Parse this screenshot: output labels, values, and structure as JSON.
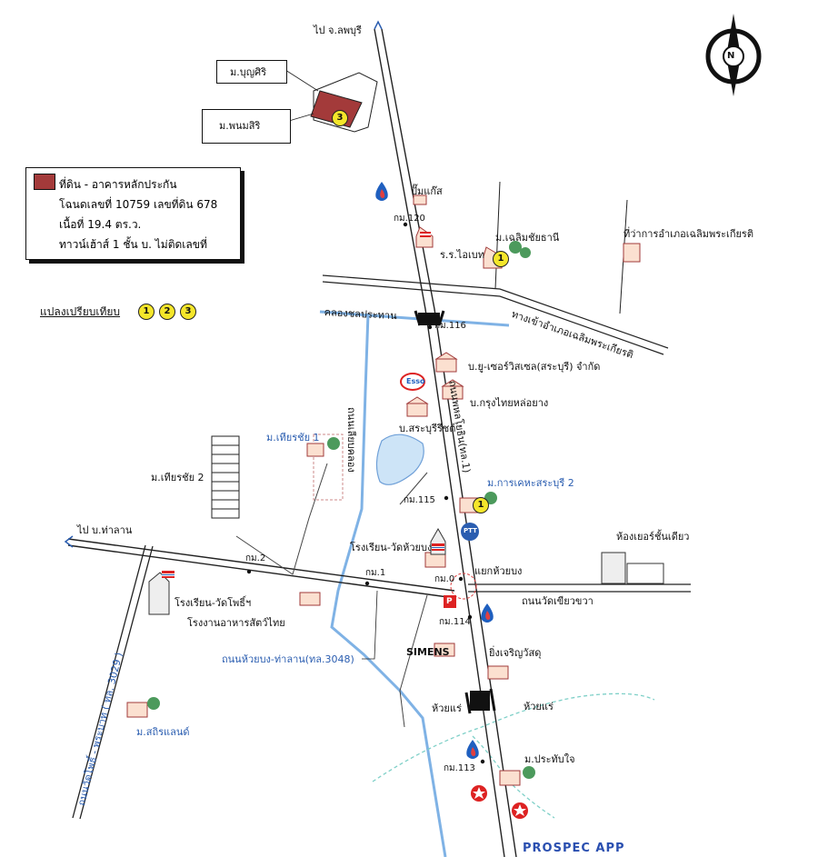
{
  "labels": {
    "to_lopburi": "ไป จ.ลพบุรี",
    "mu_boonsiri": "ม.บุญศิริ",
    "mu_phanomsiri": "ม.พนมสิริ",
    "gas_station": "ปั๊มแก๊ส",
    "km120": "กม.120",
    "school_ibeth": "ร.ร.ไอเบท",
    "mu_chalermchai": "ม.เฉลิมชัยธานี",
    "district_office": "ที่ว่าการอำเภอเฉลิมพระเกียรติ",
    "road_chalerm": "ทางเข้าอำเภอเฉลิมพระเกียรติ",
    "canal": "คลองชลประทาน",
    "km116": "กม.116",
    "company_yu": "บ.ยู-เซอร์วิสเซล(สระบุรี) จำกัด",
    "company_krungthai": "บ.กรุงไทยหล่อยาง",
    "company_saraburi": "บ.สระบุรีรีชต์",
    "mu_tianchai1": "ม.เทียรชัย 1",
    "mu_tianchai2": "ม.เทียรชัย 2",
    "canal_road": "ถนนเลียบคลอง",
    "hwy1": "ถนนพหลโยธิน(ทล.1)",
    "mu_karnkeha": "ม.การเคหะสระบุรี 2",
    "km115": "กม.115",
    "to_tharan": "ไป บ.ท่าลาน",
    "school_wat_huaybong": "โรงเรียน-วัดห้วยบง",
    "km2": "กม.2",
    "km1": "กม.1",
    "km0": "กม.0",
    "junction": "แยกห้วยบง",
    "cement_silo": "ห้องเยอร์ชั้นเดียว",
    "road_wat_khiaokhwa": "ถนนวัดเขียวขวา",
    "school_wat_phochai": "โรงเรียน-วัดโพธิ์ฯ",
    "feed_factory": "โรงงานอาหารสัตว์ไทย",
    "km114": "กม.114",
    "road_3048": "ถนนห้วยบง-ท่าลาน(ทล.3048)",
    "siemens": "SIMENS",
    "ying_charoen": "ยิ่งเจริญวัสดุ",
    "huay_nae_left": "ห้วยแร่",
    "huay_nae_right": "ห้วยแร่",
    "road_3029": "ถนนวัดโพธิ์ - พระบาท ( ทล. 3029 )",
    "mu_sathirland": "ม.สถิรแลนด์",
    "km113": "กม.113",
    "mu_prathabjai": "ม.ประทับใจ",
    "compass_n": "N",
    "esso": "Esso",
    "ptt": "PTT",
    "parking": "P",
    "stamp": "PROSPEC APP"
  },
  "legend": {
    "title": "ที่ดิน - อาคารหลักประกัน",
    "line1": "โฉนดเลขที่ 10759 เลขที่ดิน 678",
    "line2": "เนื้อที่ 19.4 ตร.ว.",
    "line3": "ทาวน์เฮ้าส์ 1 ชั้น บ. ไม่ติดเลขที่"
  },
  "comparables": {
    "label": "แปลงเปรียบเทียบ",
    "n1": "1",
    "n2": "2",
    "n3": "3"
  },
  "colors": {
    "subject_fill": "#a33a3a",
    "marker_yellow": "#f5e62a",
    "water_blue": "#7fb2e5",
    "label_blue": "#2a5db0"
  }
}
